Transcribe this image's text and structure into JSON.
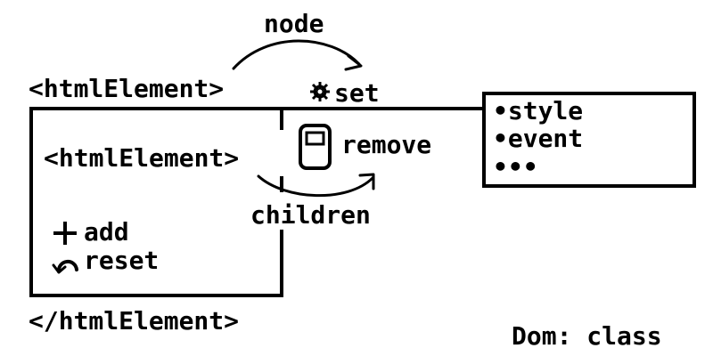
{
  "labels": {
    "node": "node",
    "open_tag": "<htmlElement>",
    "set": "set",
    "child_tag": "<htmlElement>",
    "remove": "remove",
    "children": "children",
    "add": "add",
    "reset": "reset",
    "close_tag": "</htmlElement>",
    "caption": "Dom: class"
  },
  "side_panel": {
    "items": [
      "•style",
      "•event",
      "•••"
    ]
  },
  "icons": {
    "set": "gear-icon",
    "remove": "trash-bin-icon",
    "add": "plus-icon",
    "reset": "reset-arrow-icon"
  }
}
